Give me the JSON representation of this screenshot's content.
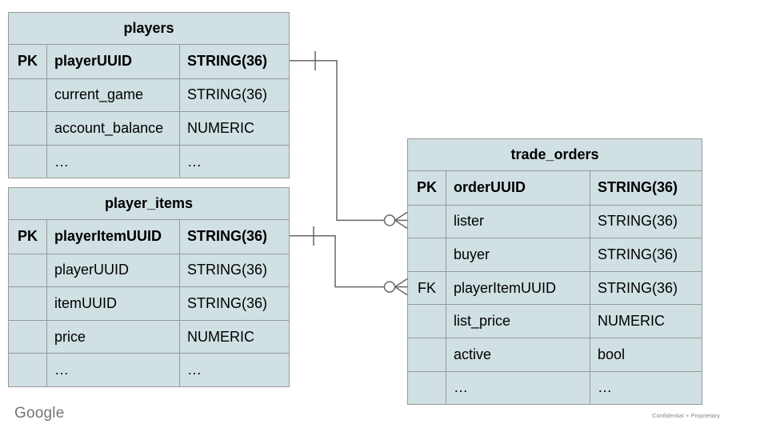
{
  "slide": {
    "background": "#ffffff"
  },
  "colors": {
    "cell_fill": "#d0e0e3",
    "table_border": "#999999",
    "connector_stroke": "#666666",
    "text": "#000000",
    "footer_gray": "#757575",
    "confidential_gray": "#8a8a8a"
  },
  "tables": [
    {
      "id": "players",
      "title": "players",
      "rows": [
        {
          "key": "PK",
          "name": "playerUUID",
          "type": "STRING(36)",
          "emphasis": true
        },
        {
          "key": "",
          "name": "current_game",
          "type": "STRING(36)",
          "emphasis": false
        },
        {
          "key": "",
          "name": "account_balance",
          "type": "NUMERIC",
          "emphasis": false
        },
        {
          "key": "",
          "name": "…",
          "type": "…",
          "emphasis": false
        }
      ]
    },
    {
      "id": "player_items",
      "title": "player_items",
      "rows": [
        {
          "key": "PK",
          "name": "playerItemUUID",
          "type": "STRING(36)",
          "emphasis": true
        },
        {
          "key": "",
          "name": "playerUUID",
          "type": "STRING(36)",
          "emphasis": false
        },
        {
          "key": "",
          "name": "itemUUID",
          "type": "STRING(36)",
          "emphasis": false
        },
        {
          "key": "",
          "name": "price",
          "type": "NUMERIC",
          "emphasis": false
        },
        {
          "key": "",
          "name": "…",
          "type": "…",
          "emphasis": false
        }
      ]
    },
    {
      "id": "trade_orders",
      "title": "trade_orders",
      "rows": [
        {
          "key": "PK",
          "name": "orderUUID",
          "type": "STRING(36)",
          "emphasis": true
        },
        {
          "key": "",
          "name": "lister",
          "type": "STRING(36)",
          "emphasis": false
        },
        {
          "key": "",
          "name": "buyer",
          "type": "STRING(36)",
          "emphasis": false
        },
        {
          "key": "FK",
          "name": "playerItemUUID",
          "type": "STRING(36)",
          "emphasis": false
        },
        {
          "key": "",
          "name": "list_price",
          "type": "NUMERIC",
          "emphasis": false
        },
        {
          "key": "",
          "name": "active",
          "type": "bool",
          "emphasis": false
        },
        {
          "key": "",
          "name": "…",
          "type": "…",
          "emphasis": false
        }
      ]
    }
  ],
  "relationships": [
    {
      "from": "players.playerUUID",
      "to": "trade_orders.lister",
      "from_cardinality": "one",
      "to_cardinality": "zero-or-many"
    },
    {
      "from": "player_items.playerItemUUID",
      "to": "trade_orders.playerItemUUID",
      "from_cardinality": "one",
      "to_cardinality": "zero-or-many"
    }
  ],
  "footer": {
    "brand": "Google",
    "confidential": "Confidential + Proprietary"
  }
}
